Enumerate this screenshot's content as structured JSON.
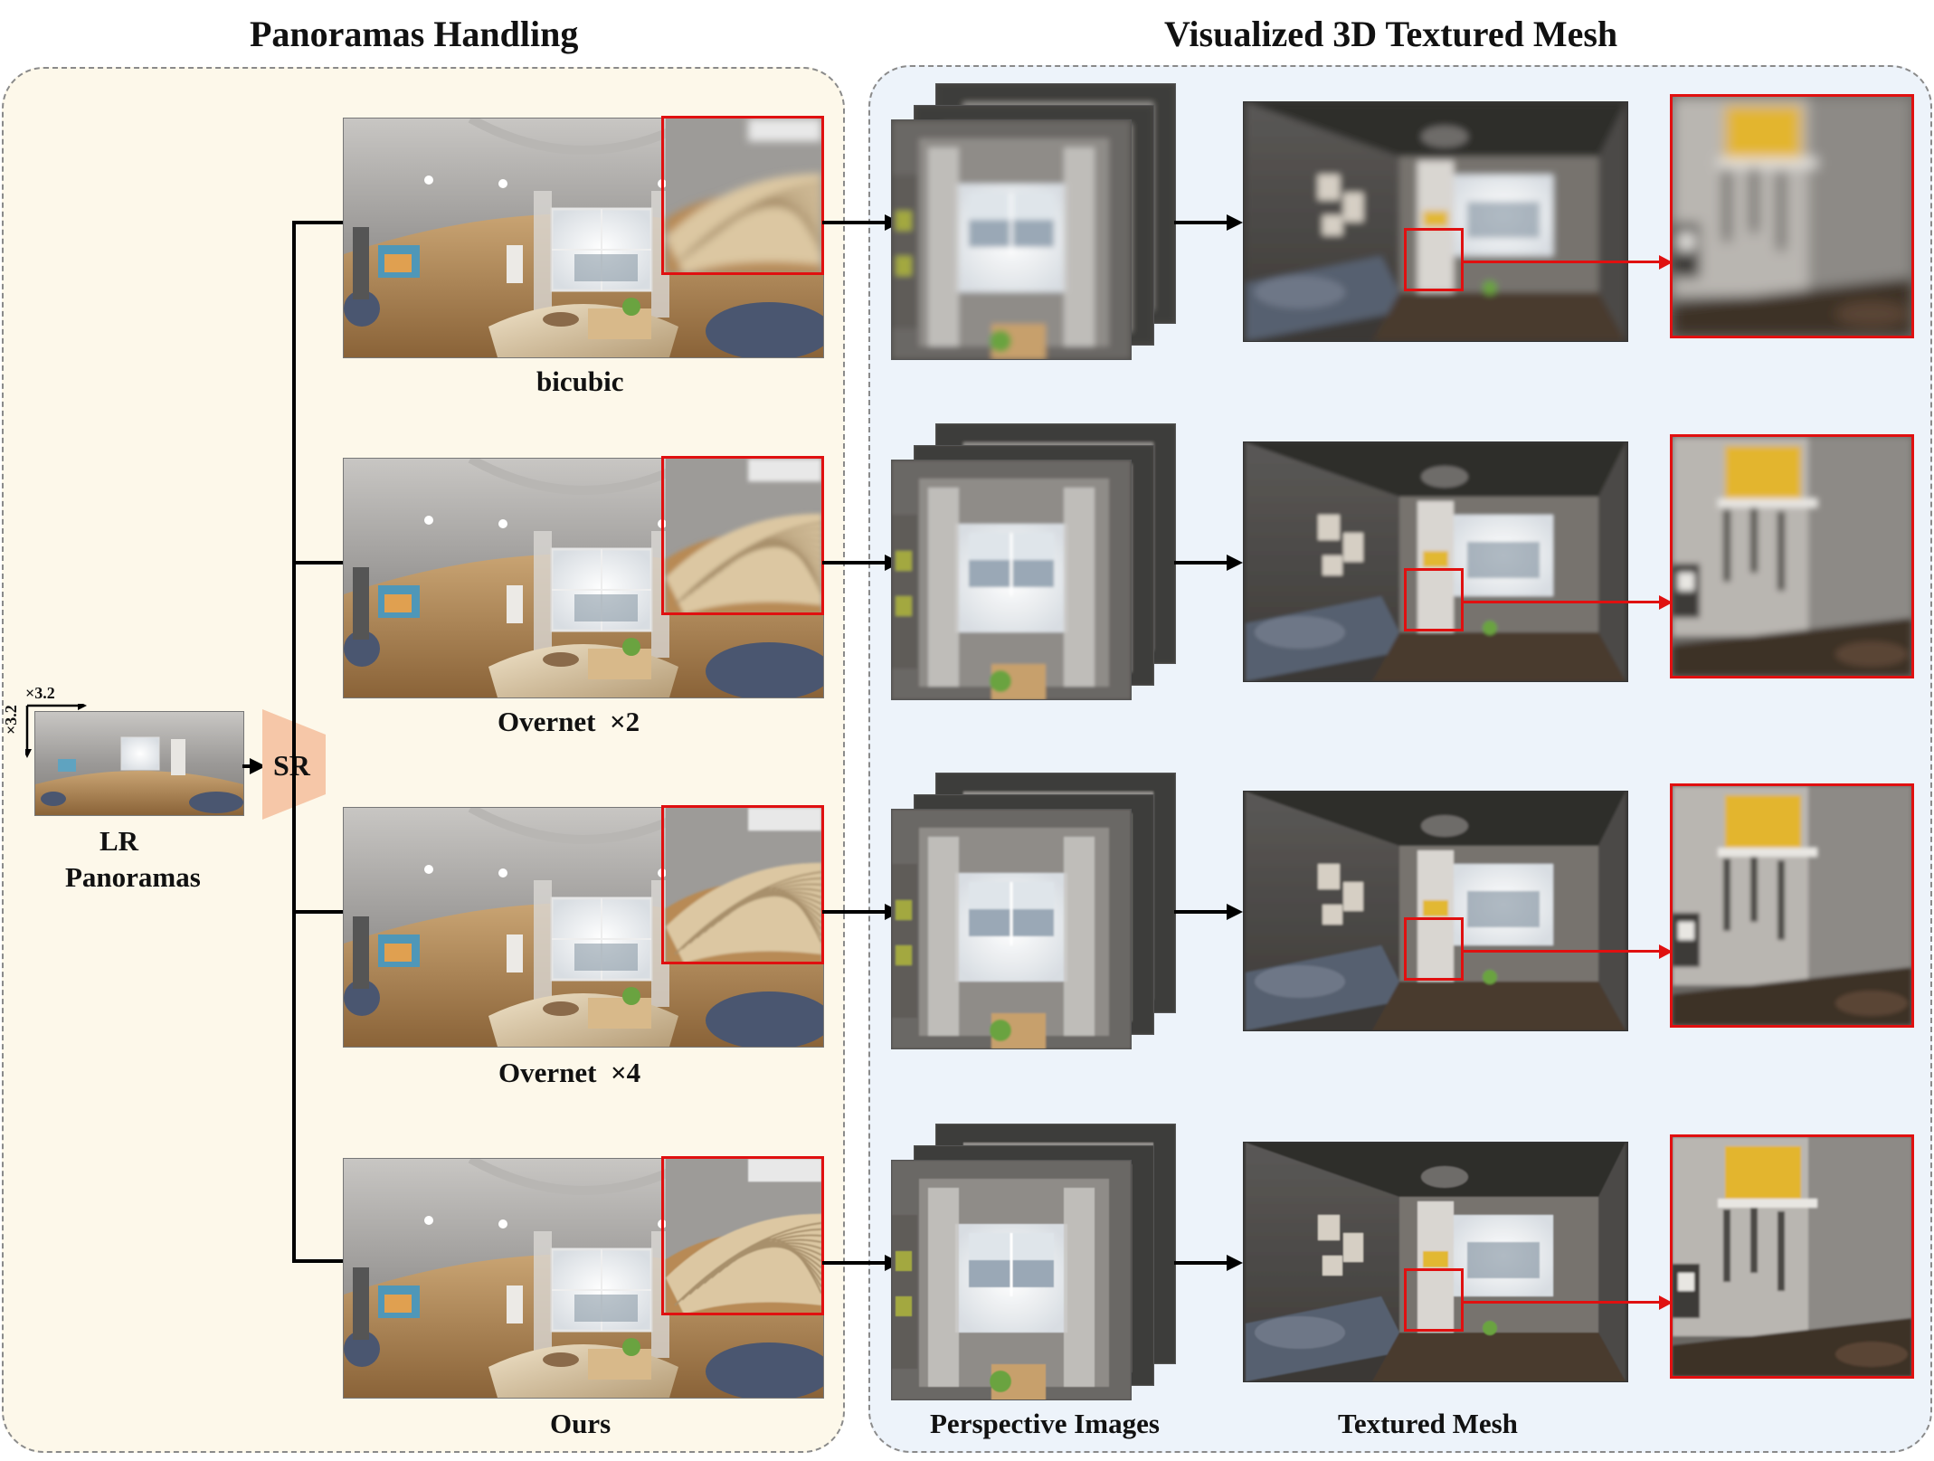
{
  "titles": {
    "left": "Panoramas Handling",
    "right": "Visualized 3D Textured Mesh"
  },
  "input": {
    "label_line1": "LR",
    "label_line2": "Panoramas",
    "scale_x": "×3.2",
    "scale_y": "×3.2",
    "sr_label": "SR"
  },
  "methods": [
    {
      "label": "bicubic"
    },
    {
      "label": "Overnet  ×2"
    },
    {
      "label": "Overnet  ×4"
    },
    {
      "label": "Ours"
    }
  ],
  "bottom_labels": {
    "perspective": "Perspective Images",
    "mesh": "Textured Mesh"
  },
  "colors": {
    "left_panel_bg": "#fdf8ea",
    "right_panel_bg": "#edf3fa",
    "highlight": "#e01010",
    "sr_block": "#f6c7a8"
  }
}
